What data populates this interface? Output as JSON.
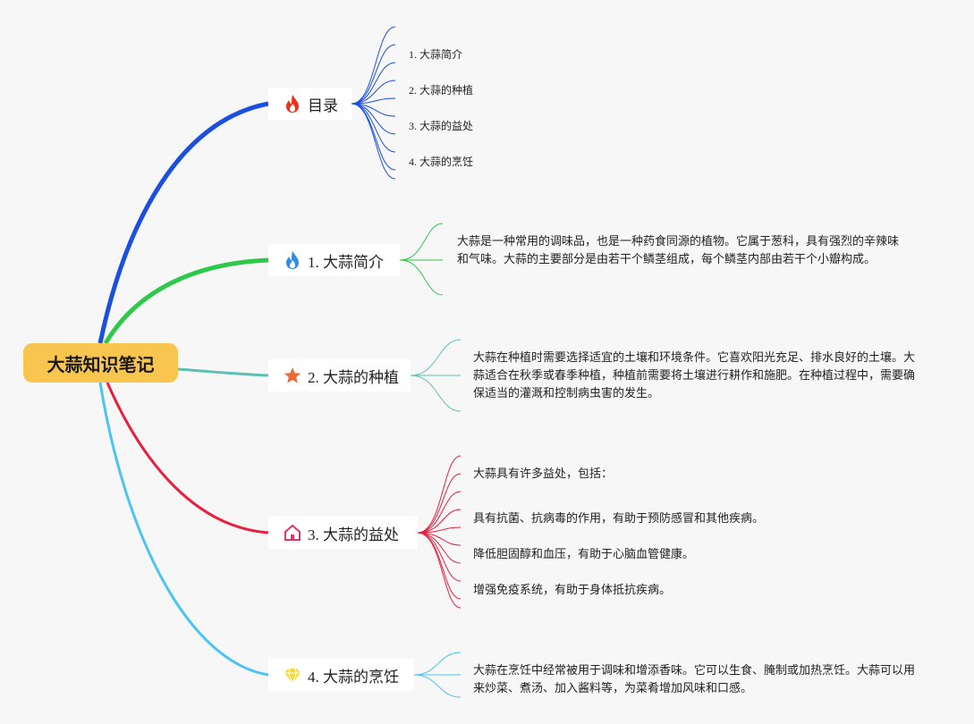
{
  "root": {
    "title": "大蒜知识笔记"
  },
  "toc": {
    "label": "目录",
    "items": [
      "1. 大蒜简介",
      "2. 大蒜的种植",
      "3. 大蒜的益处",
      "4. 大蒜的烹饪"
    ]
  },
  "intro": {
    "label": "1. 大蒜简介",
    "text": "大蒜是一种常用的调味品，也是一种药食同源的植物。它属于葱科，具有强烈的辛辣味和气味。大蒜的主要部分是由若干个鳞茎组成，每个鳞茎内部由若干个小瓣构成。"
  },
  "planting": {
    "label": "2. 大蒜的种植",
    "text": "大蒜在种植时需要选择适宜的土壤和环境条件。它喜欢阳光充足、排水良好的土壤。大蒜适合在秋季或春季种植，种植前需要将土壤进行耕作和施肥。在种植过程中，需要确保适当的灌溉和控制病虫害的发生。"
  },
  "benefits": {
    "label": "3. 大蒜的益处",
    "items": [
      "大蒜具有许多益处，包括：",
      "具有抗菌、抗病毒的作用，有助于预防感冒和其他疾病。",
      "降低胆固醇和血压，有助于心脑血管健康。",
      "增强免疫系统，有助于身体抵抗疾病。"
    ]
  },
  "cooking": {
    "label": "4. 大蒜的烹饪",
    "text": "大蒜在烹饪中经常被用于调味和增添香味。它可以生食、腌制或加热烹饪。大蒜可以用来炒菜、煮汤、加入酱料等，为菜肴增加风味和口感。"
  },
  "colors": {
    "toc": "#1a4fe0",
    "intro": "#2ec94a",
    "planting": "#5cbfb5",
    "benefits": "#e8203f",
    "cooking": "#4cc3f0",
    "root_fill": "#f8c64f"
  },
  "icons": {
    "toc": "fire-red-icon",
    "intro": "fire-blue-icon",
    "planting": "star-icon",
    "benefits": "house-icon",
    "cooking": "diamond-icon"
  }
}
